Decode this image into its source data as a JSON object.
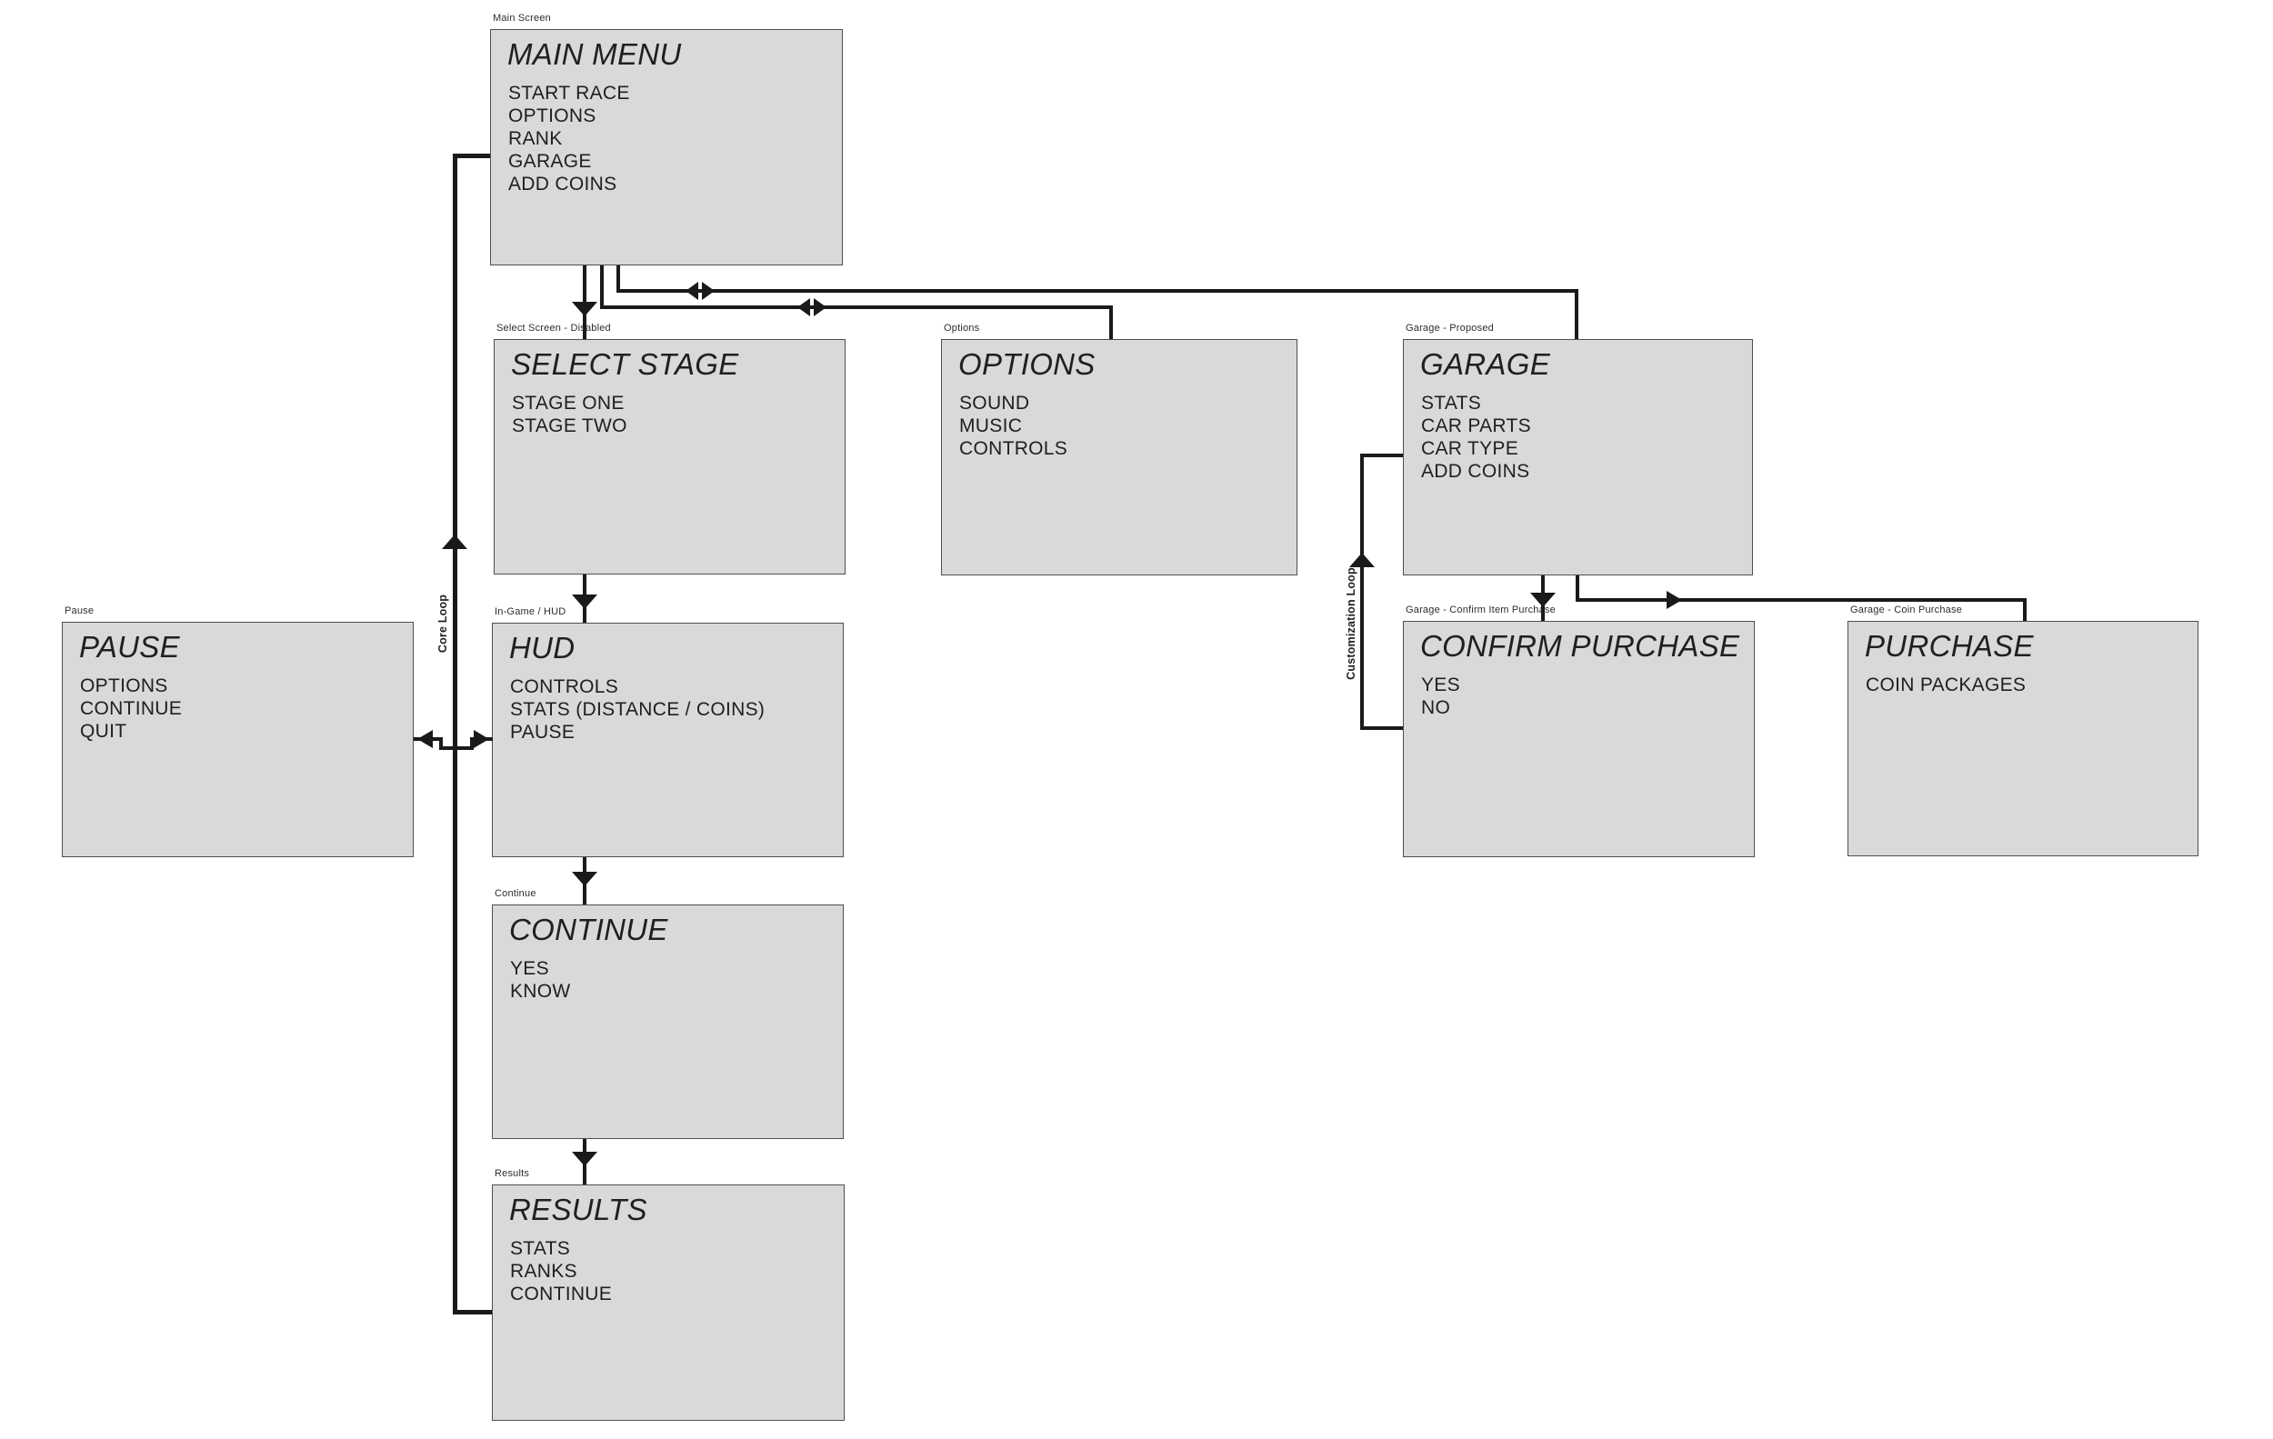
{
  "screens": {
    "main_menu": {
      "tag": "Main Screen",
      "title": "MAIN MENU",
      "items": [
        "START RACE",
        "OPTIONS",
        "RANK",
        "GARAGE",
        "ADD COINS"
      ]
    },
    "select_stage": {
      "tag": "Select Screen - Disabled",
      "title": "SELECT STAGE",
      "items": [
        "STAGE ONE",
        "STAGE TWO"
      ]
    },
    "options": {
      "tag": "Options",
      "title": "OPTIONS",
      "items": [
        "SOUND",
        "MUSIC",
        "CONTROLS"
      ]
    },
    "garage": {
      "tag": "Garage - Proposed",
      "title": "GARAGE",
      "items": [
        "STATS",
        "CAR PARTS",
        "CAR TYPE",
        "ADD COINS"
      ]
    },
    "pause": {
      "tag": "Pause",
      "title": "PAUSE",
      "items": [
        "OPTIONS",
        "CONTINUE",
        "QUIT"
      ]
    },
    "hud": {
      "tag": "In-Game / HUD",
      "title": "HUD",
      "items": [
        "CONTROLS",
        "STATS (DISTANCE / COINS)",
        "PAUSE"
      ]
    },
    "continue": {
      "tag": "Continue",
      "title": "CONTINUE",
      "items": [
        "YES",
        "KNOW"
      ]
    },
    "results": {
      "tag": "Results",
      "title": "RESULTS",
      "items": [
        "STATS",
        "RANKS",
        "CONTINUE"
      ]
    },
    "confirm_purchase": {
      "tag": "Garage - Confirm Item Purchase",
      "title": "CONFIRM PURCHASE",
      "items": [
        "YES",
        "NO"
      ]
    },
    "purchase": {
      "tag": "Garage - Coin Purchase",
      "title": "PURCHASE",
      "items": [
        "COIN PACKAGES"
      ]
    }
  },
  "connector_labels": {
    "core_loop": "Core Loop",
    "customization_loop": "Customization Loop"
  },
  "colors": {
    "box_fill": "#d9d9d9",
    "box_border": "#4f4f4f",
    "line": "#1a1a1a",
    "background": "#ffffff",
    "text": "#202020",
    "label_text": "#2d2d2d"
  }
}
